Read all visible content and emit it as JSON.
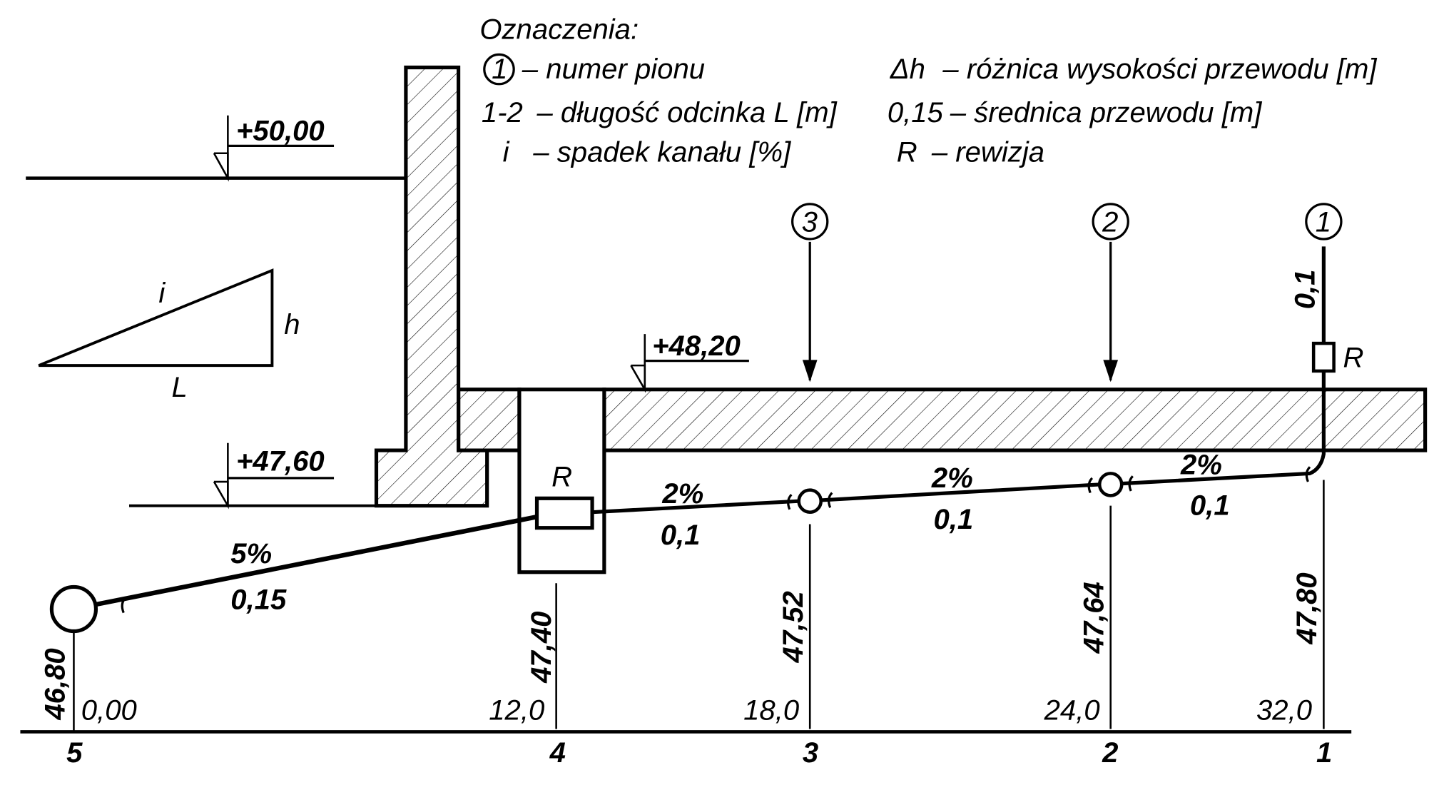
{
  "legend": {
    "title": "Oznaczenia:",
    "riser_symbol": "1",
    "riser_desc": "– numer pionu",
    "dh_symbol": "Δh",
    "dh_desc": "– różnica wysokości przewodu [m]",
    "length_symbol": "1-2",
    "length_desc": "– długość odcinka L [m]",
    "diameter_symbol": "0,15",
    "diameter_desc": "– średnica przewodu [m]",
    "slope_symbol": "i",
    "slope_desc": "– spadek kanału [%]",
    "rev_symbol": "R",
    "rev_desc": "– rewizja"
  },
  "slope_triangle": {
    "hyp": "i",
    "height": "h",
    "base": "L"
  },
  "levels": {
    "terrain": "+50,00",
    "floor": "+48,20",
    "basement": "+47,60"
  },
  "risers": [
    {
      "id": "3"
    },
    {
      "id": "2"
    },
    {
      "id": "1",
      "diameter": "0,1"
    }
  ],
  "revision_label": "R",
  "segments": [
    {
      "slope": "5%",
      "diameter": "0,15"
    },
    {
      "slope": "2%",
      "diameter": "0,1"
    },
    {
      "slope": "2%",
      "diameter": "0,1"
    },
    {
      "slope": "2%",
      "diameter": "0,1"
    }
  ],
  "points": [
    {
      "node": "5",
      "elevation": "46,80",
      "distance": "0,00"
    },
    {
      "node": "4",
      "elevation": "47,40",
      "distance": "12,0"
    },
    {
      "node": "3",
      "elevation": "47,52",
      "distance": "18,0"
    },
    {
      "node": "2",
      "elevation": "47,64",
      "distance": "24,0"
    },
    {
      "node": "1",
      "elevation": "47,80",
      "distance": "32,0"
    }
  ]
}
